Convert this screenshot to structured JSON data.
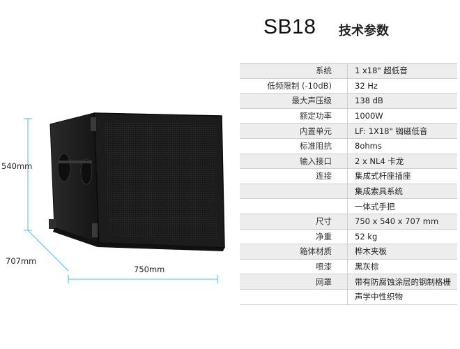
{
  "header": {
    "model": "SB18",
    "heading": "技术参数"
  },
  "dimensions": {
    "height_label": "540mm",
    "depth_label": "707mm",
    "width_label": "750mm"
  },
  "specs": [
    {
      "key": "系统",
      "value": "1 x18\" 超低音"
    },
    {
      "key": "低频限制 (-10dB)",
      "value": "32 Hz"
    },
    {
      "key": "最大声压级",
      "value": "138 dB"
    },
    {
      "key": "额定功率",
      "value": "1000W"
    },
    {
      "key": "内置单元",
      "value": "LF: 1X18\" 铷磁低音"
    },
    {
      "key": "标准阻抗",
      "value": "8ohms"
    },
    {
      "key": "输入接口",
      "value": "2 x NL4 卡龙"
    },
    {
      "key": "连接",
      "value": "集成式杆座插座"
    },
    {
      "key": "",
      "value": "集成索具系统"
    },
    {
      "key": "",
      "value": "一体式手把"
    },
    {
      "key": "尺寸",
      "value": "750 x 540 x 707 mm"
    },
    {
      "key": "净重",
      "value": "52 kg"
    },
    {
      "key": "箱体材质",
      "value": "桦木夹板"
    },
    {
      "key": "喷漆",
      "value": "黑灰棕"
    },
    {
      "key": "网罩",
      "value": "带有防腐蚀涂层的钢制格栅"
    },
    {
      "key": "",
      "value": "声学中性织物"
    }
  ],
  "colors": {
    "dimension_line": "#46c1e6",
    "cabinet_dark": "#1c1c1c",
    "row_shade": "#ededed"
  }
}
